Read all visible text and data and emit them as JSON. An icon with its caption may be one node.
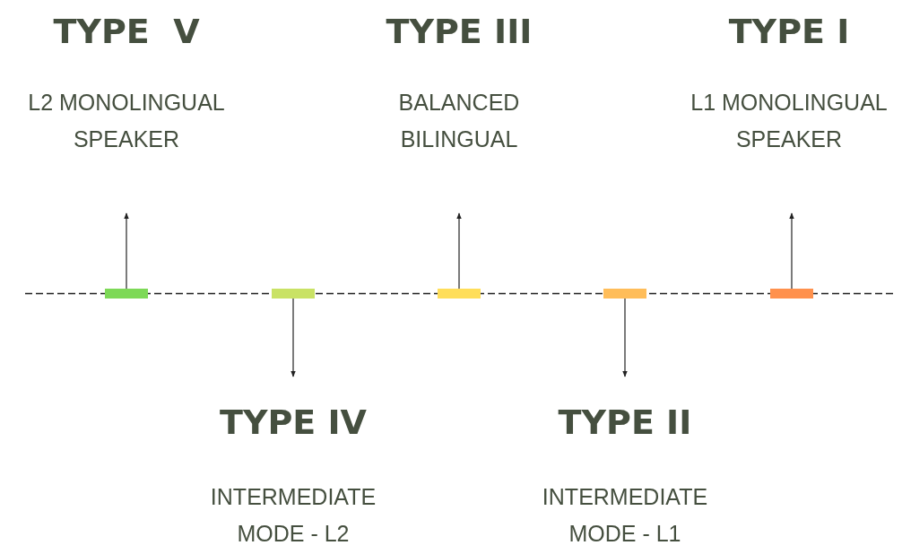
{
  "diagram": {
    "nodes": [
      {
        "text": [
          "TYPE  V",
          "L2 MONOLINGUAL SPEAKER"
        ]
      },
      {
        "text": [
          "TYPE III",
          "BALANCED BILINGUAL"
        ]
      },
      {
        "text": [
          "TYPE I",
          "L1 MONOLINGUAL SPEAKER"
        ]
      },
      {
        "text": [],
        "shape": "bar"
      },
      {
        "text": [],
        "shape": "bar"
      },
      {
        "text": [],
        "shape": "bar"
      },
      {
        "text": [],
        "shape": "bar"
      },
      {
        "text": [],
        "shape": "bar"
      },
      {
        "text": [
          "TYPE IV",
          "INTERMEDIATE MODE - L2"
        ]
      },
      {
        "text": [
          "TYPE II",
          "INTERMEDIATE MODE - L1"
        ]
      }
    ],
    "edges": [
      {
        "from": 3,
        "to": 0,
        "arrow": "to"
      },
      {
        "from": 5,
        "to": 1,
        "arrow": "to"
      },
      {
        "from": 7,
        "to": 2,
        "arrow": "to"
      },
      {
        "from": 4,
        "to": 8,
        "arrow": "to"
      },
      {
        "from": 6,
        "to": 9,
        "arrow": "to"
      }
    ]
  }
}
